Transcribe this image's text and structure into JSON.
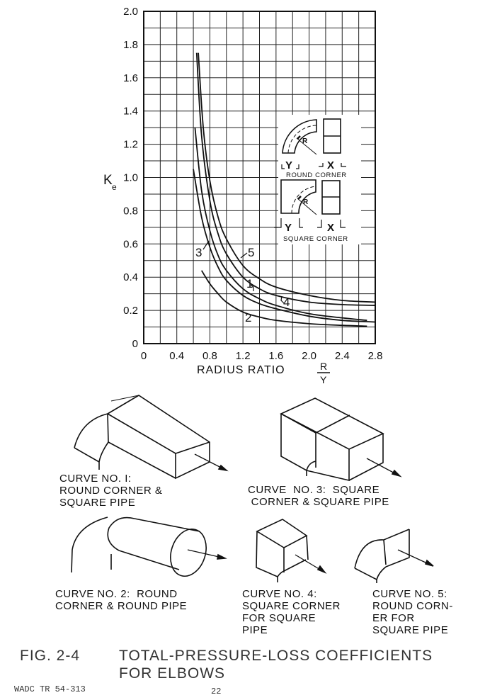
{
  "chart_data": {
    "type": "line",
    "title": "TOTAL-PRESSURE-LOSS COEFFICIENTS FOR ELBOWS",
    "xlabel": "RADIUS RATIO R/Y",
    "ylabel": "Ke",
    "xlim": [
      0,
      2.8
    ],
    "ylim": [
      0,
      2.0
    ],
    "x_ticks": [
      "0",
      "0.4",
      "0.8",
      "1.2",
      "1.6",
      "2.0",
      "2.4",
      "2.8"
    ],
    "y_ticks": [
      "0",
      "0.2",
      "0.4",
      "0.6",
      "0.8",
      "1.0",
      "1.2",
      "1.4",
      "1.6",
      "1.8",
      "2.0"
    ],
    "grid": true,
    "grid_minor_step_x": 0.2,
    "grid_minor_step_y": 0.1,
    "series": [
      {
        "name": "1",
        "description": "Round corner & square pipe",
        "x": [
          0.62,
          0.7,
          0.8,
          0.9,
          1.0,
          1.2,
          1.4,
          1.6,
          2.0,
          2.4,
          2.7
        ],
        "y": [
          1.3,
          0.92,
          0.68,
          0.53,
          0.44,
          0.33,
          0.27,
          0.23,
          0.18,
          0.155,
          0.14
        ]
      },
      {
        "name": "2",
        "description": "Round corner & round pipe",
        "x": [
          0.7,
          0.8,
          0.9,
          1.0,
          1.2,
          1.4,
          1.6,
          2.0,
          2.4,
          2.7
        ],
        "y": [
          0.44,
          0.36,
          0.3,
          0.25,
          0.19,
          0.16,
          0.14,
          0.12,
          0.11,
          0.105
        ]
      },
      {
        "name": "3",
        "description": "Square corner & square pipe",
        "x": [
          0.6,
          0.7,
          0.8,
          0.9,
          1.0,
          1.2,
          1.4,
          1.6,
          2.0,
          2.4,
          2.8
        ],
        "y": [
          1.05,
          0.76,
          0.58,
          0.46,
          0.38,
          0.29,
          0.24,
          0.21,
          0.165,
          0.14,
          0.13
        ]
      },
      {
        "name": "4",
        "description": "Square corner for square pipe",
        "x": [
          0.64,
          0.7,
          0.8,
          0.9,
          1.0,
          1.2,
          1.4,
          1.6,
          2.0,
          2.4,
          2.8
        ],
        "y": [
          1.75,
          1.25,
          0.86,
          0.66,
          0.54,
          0.4,
          0.33,
          0.29,
          0.25,
          0.235,
          0.23
        ]
      },
      {
        "name": "5",
        "description": "Round corner for square pipe",
        "x": [
          0.66,
          0.72,
          0.8,
          0.9,
          1.0,
          1.2,
          1.4,
          1.6,
          2.0,
          2.4,
          2.8
        ],
        "y": [
          1.75,
          1.3,
          0.98,
          0.76,
          0.63,
          0.47,
          0.39,
          0.34,
          0.29,
          0.26,
          0.25
        ]
      }
    ],
    "legend_position": "inline curve labels",
    "inset": {
      "round_corner_label": "ROUND CORNER",
      "square_corner_label": "SQUARE CORNER",
      "dim_labels": [
        "Y",
        "X",
        "R"
      ]
    }
  },
  "axes": {
    "y_label_main": "K",
    "y_label_sub": "e",
    "x_label": "RADIUS RATIO",
    "x_frac_num": "R",
    "x_frac_den": "Y"
  },
  "curve_labels": [
    "1",
    "2",
    "3",
    "4",
    "5"
  ],
  "illustrations": [
    {
      "id": "curve1",
      "caption": "CURVE NO. I:\nROUND CORNER &\nSQUARE PIPE"
    },
    {
      "id": "curve3",
      "caption": "CURVE  NO. 3:  SQUARE\n CORNER & SQUARE PIPE"
    },
    {
      "id": "curve2",
      "caption": "CURVE NO. 2:  ROUND\nCORNER & ROUND PIPE"
    },
    {
      "id": "curve4",
      "caption": "CURVE NO. 4:\nSQUARE CORNER\nFOR SQUARE\nPIPE"
    },
    {
      "id": "curve5",
      "caption": "CURVE NO. 5:\nROUND CORN-\nER FOR\nSQUARE PIPE"
    }
  ],
  "figure": {
    "number": "FIG.  2-4",
    "title_line1": "TOTAL-PRESSURE-LOSS COEFFICIENTS",
    "title_line2": "FOR  ELBOWS"
  },
  "footer": {
    "report_id": "WADC TR 54-313",
    "page_number": "22"
  }
}
